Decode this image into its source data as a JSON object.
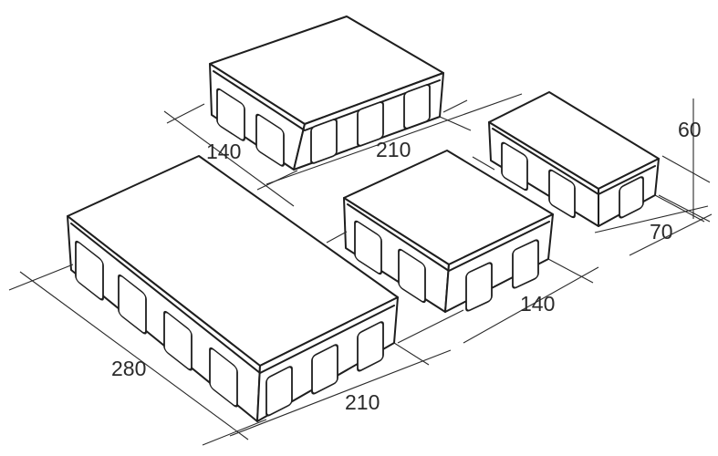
{
  "blocks": [
    {
      "id": "top-block",
      "dimensions": {
        "width": "210",
        "depth": "140"
      }
    },
    {
      "id": "large-block",
      "dimensions": {
        "width": "210",
        "depth": "280"
      }
    },
    {
      "id": "square-block",
      "dimensions": {
        "width": "140"
      }
    },
    {
      "id": "small-block",
      "dimensions": {
        "width": "70",
        "height": "60"
      }
    }
  ],
  "labels": {
    "top_depth": "140",
    "top_width": "210",
    "large_depth": "280",
    "large_width": "210",
    "square_width": "140",
    "small_width": "70",
    "small_height": "60"
  },
  "colors": {
    "stroke": "#1e1e1e",
    "background": "#ffffff"
  }
}
